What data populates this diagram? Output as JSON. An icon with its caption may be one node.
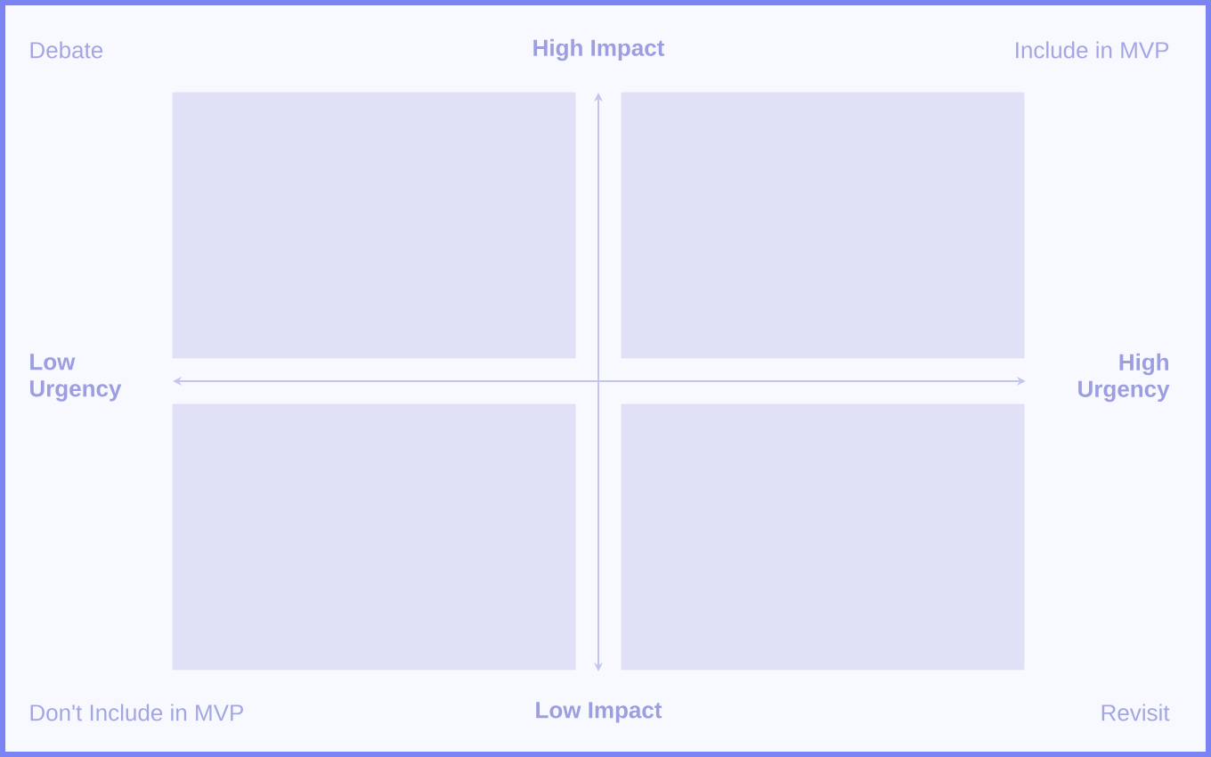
{
  "diagram": {
    "nodes": [
      {
        "text": [],
        "shape": "box",
        "beside": [
          "Debate"
        ]
      },
      {
        "text": [],
        "shape": "box",
        "beside": [
          "Include in MVP"
        ]
      },
      {
        "text": [],
        "shape": "box",
        "beside": [
          "Don't Include in MVP"
        ]
      },
      {
        "text": [],
        "shape": "box",
        "beside": [
          "Revisit"
        ]
      }
    ],
    "labels": [
      "High Impact",
      "Low Urgency",
      "High Urgency",
      "Low Impact"
    ]
  }
}
